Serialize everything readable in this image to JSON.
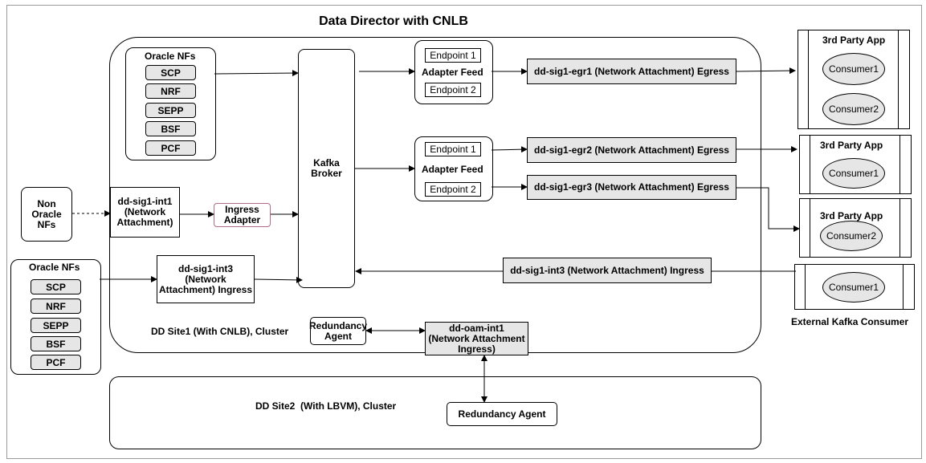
{
  "title": "Data Director with CNLB",
  "oracle_nfs_inner": {
    "label": "Oracle NFs",
    "items": [
      "SCP",
      "NRF",
      "SEPP",
      "BSF",
      "PCF"
    ]
  },
  "oracle_nfs_outer": {
    "label": "Oracle NFs",
    "items": [
      "SCP",
      "NRF",
      "SEPP",
      "BSF",
      "PCF"
    ]
  },
  "non_oracle_nfs": "Non\nOracle\nNFs",
  "dd_sig1_int1": "dd-sig1-int1\n(Network\nAttachment)",
  "ingress_adapter": "Ingress\nAdapter",
  "dd_sig1_int3_box": "dd-sig1-int3\n(Network\nAttachment) Ingress",
  "kafka_broker": "Kafka\nBroker",
  "adapter_feed_1": {
    "endpoint1": "Endpoint 1",
    "label": "Adapter Feed",
    "endpoint2": "Endpoint 2"
  },
  "adapter_feed_2": {
    "endpoint1": "Endpoint 1",
    "label": "Adapter Feed",
    "endpoint2": "Endpoint 2"
  },
  "egress": {
    "egr1": "dd-sig1-egr1 (Network Attachment) Egress",
    "egr2": "dd-sig1-egr2 (Network Attachment) Egress",
    "egr3": "dd-sig1-egr3 (Network Attachment) Egress"
  },
  "ingress_int3": "dd-sig1-int3 (Network Attachment) Ingress",
  "site1_label": "DD Site1 (With CNLB), Cluster",
  "redundancy_agent_1": "Redundancy\nAgent",
  "dd_oam_int1": "dd-oam-int1\n(Network Attachment\nIngress)",
  "site2_label": "DD Site2  (With LBVM), Cluster",
  "redundancy_agent_2": "Redundancy Agent",
  "third_party_apps": [
    {
      "title": "3rd Party App",
      "consumers": [
        "Consumer1",
        "Consumer2"
      ]
    },
    {
      "title": "3rd Party App",
      "consumers": [
        "Consumer1"
      ]
    },
    {
      "title": "3rd Party App",
      "consumers": [
        "Consumer2"
      ]
    }
  ],
  "external_kafka": {
    "consumer": "Consumer1",
    "label": "External Kafka Consumer"
  }
}
